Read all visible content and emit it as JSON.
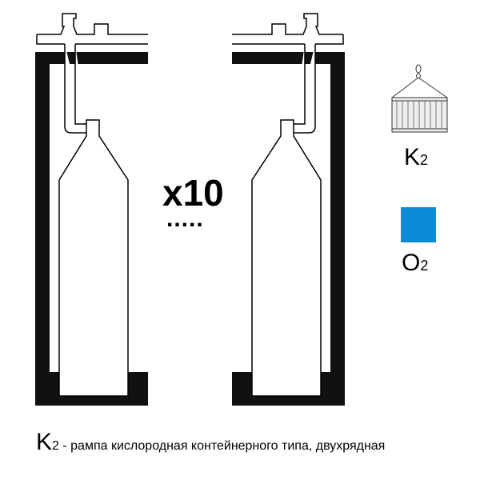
{
  "multiplier": "x10",
  "ellipsis": ".....",
  "legend": {
    "container": {
      "letter": "K",
      "index": "2",
      "icon": "shipping-container-icon"
    },
    "oxygen": {
      "letter": "O",
      "index": "2",
      "color": "#0a8ad8"
    }
  },
  "caption": {
    "letter": "K",
    "index": "2",
    "text": " - рампа кислородная контейнерного типа, двухрядная"
  }
}
